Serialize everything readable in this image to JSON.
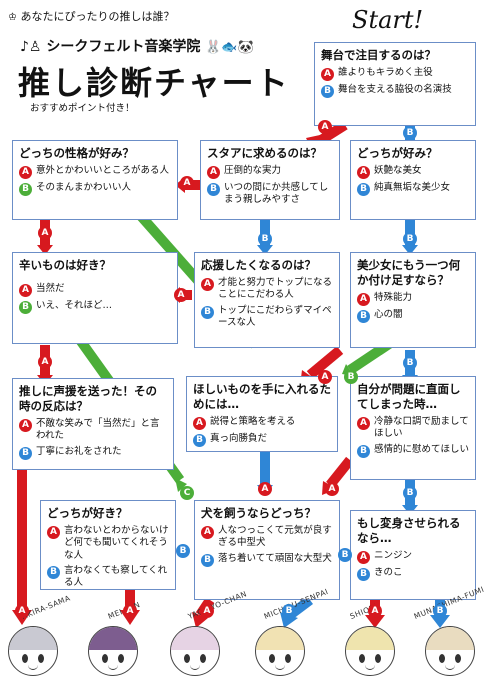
{
  "header": {
    "question_line": "あなたにぴったりの推しは誰？",
    "school": "シークフェルト音楽学院",
    "title": "推し診断チャート",
    "subtitle": "おすすめポイント付き！",
    "start": "Start!"
  },
  "labels": {
    "a": "A",
    "b": "B",
    "c": "C"
  },
  "boxes": {
    "start": {
      "question": "舞台で注目するのは？",
      "a": "誰よりもキラめく主役",
      "b": "舞台を支える脇役の名演技"
    },
    "star": {
      "question": "スタアに求めるのは？",
      "a": "圧倒的な実力",
      "b": "いつの間にか共感してしまう親しみやすさ"
    },
    "personality": {
      "question": "どっちの性格が好み？",
      "a": "意外とかわいいところがある人",
      "b": "そのまんまかわいい人"
    },
    "which_fav": {
      "question": "どっちが好み？",
      "a": "妖艶な美女",
      "b": "純真無垢な美少女"
    },
    "spicy": {
      "question": "辛いものは好き？",
      "a": "当然だ",
      "b": "いえ、それほど…"
    },
    "support": {
      "question": "応援したくなるのは？",
      "a": "才能と努力でトップになることにこだわる人",
      "b": "トップにこだわらずマイペースな人"
    },
    "bishoujo": {
      "question": "美少女にもう一つ何か付け足すなら？",
      "a": "特殊能力",
      "b": "心の闇"
    },
    "cheer": {
      "question": "推しに声援を送った！その時の反応は？",
      "a": "不敵な笑みで「当然だ」と言われた",
      "b": "丁寧にお礼をされた"
    },
    "want": {
      "question": "ほしいものを手に入れるためには…",
      "a": "説得と策略を考える",
      "b": "真っ向勝負だ"
    },
    "problem": {
      "question": "自分が問題に直面してしまった時…",
      "a": "冷静な口調で励ましてほしい",
      "b": "感情的に慰めてほしい"
    },
    "like": {
      "question": "どっちが好き？",
      "a": "言わないとわからないけど何でも聞いてくれそうな人",
      "b": "言わなくても察してくれる人"
    },
    "dog": {
      "question": "犬を飼うならどっち？",
      "a": "人なつっこくて元気が良すぎる中型犬",
      "b": "落ち着いてて頑固な大型犬"
    },
    "transform": {
      "question": "もし変身させられるなら…",
      "a": "ニンジン",
      "b": "きのこ"
    }
  },
  "characters": [
    {
      "name": "AKIRA-SAMA",
      "hair": "#c9c9d2"
    },
    {
      "name": "MEI-FAN",
      "hair": "#7d5d8f"
    },
    {
      "name": "YACHIYO-CHAN",
      "hair": "#e6d3e4"
    },
    {
      "name": "MICHIRU-SENPAI",
      "hair": "#f1e2b3"
    },
    {
      "name": "SHIORI",
      "hair": "#efe4ae"
    },
    {
      "name": "MUNASHIMA-FUMI",
      "hair": "#e9dcc0"
    }
  ],
  "colors": {
    "a": "#d7191f",
    "b": "#2f86d6",
    "c": "#4cae39",
    "border": "#6b8ec7"
  }
}
